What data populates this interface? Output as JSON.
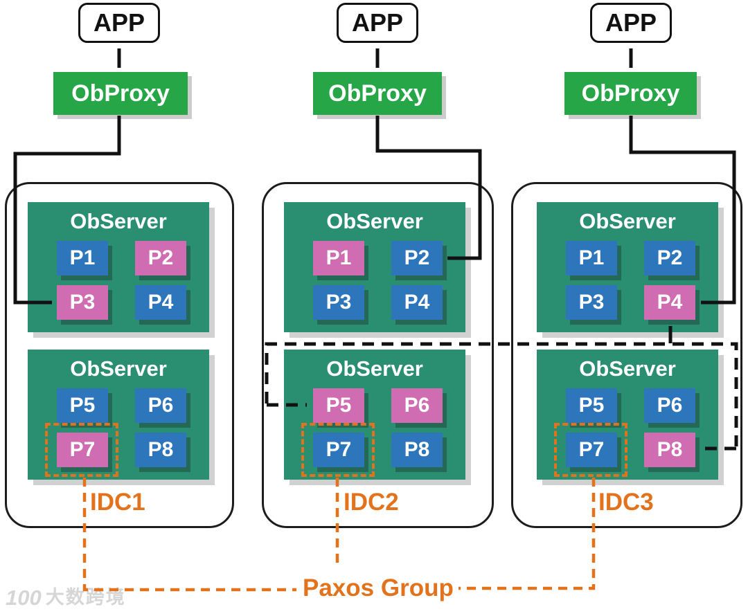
{
  "colors": {
    "green": "#27a648",
    "teal": "#2a8e71",
    "blue": "#2e76bc",
    "magenta": "#cf6cb2",
    "orange": "#e2731c",
    "line": "#111111",
    "watermark": "#d6d6d6"
  },
  "columns": [
    {
      "app": "APP",
      "proxy": "ObProxy",
      "idc": "IDC1",
      "observers": [
        {
          "title": "ObServer",
          "partitions": [
            {
              "id": "P1",
              "role": "follower"
            },
            {
              "id": "P2",
              "role": "leader"
            },
            {
              "id": "P3",
              "role": "leader"
            },
            {
              "id": "P4",
              "role": "follower"
            }
          ]
        },
        {
          "title": "ObServer",
          "partitions": [
            {
              "id": "P5",
              "role": "follower"
            },
            {
              "id": "P6",
              "role": "follower"
            },
            {
              "id": "P7",
              "role": "leader",
              "paxos_ring": true
            },
            {
              "id": "P8",
              "role": "follower"
            }
          ]
        }
      ]
    },
    {
      "app": "APP",
      "proxy": "ObProxy",
      "idc": "IDC2",
      "observers": [
        {
          "title": "ObServer",
          "partitions": [
            {
              "id": "P1",
              "role": "leader"
            },
            {
              "id": "P2",
              "role": "follower"
            },
            {
              "id": "P3",
              "role": "follower"
            },
            {
              "id": "P4",
              "role": "follower"
            }
          ]
        },
        {
          "title": "ObServer",
          "partitions": [
            {
              "id": "P5",
              "role": "leader"
            },
            {
              "id": "P6",
              "role": "leader"
            },
            {
              "id": "P7",
              "role": "follower",
              "paxos_ring": true
            },
            {
              "id": "P8",
              "role": "follower"
            }
          ]
        }
      ]
    },
    {
      "app": "APP",
      "proxy": "ObProxy",
      "idc": "IDC3",
      "observers": [
        {
          "title": "ObServer",
          "partitions": [
            {
              "id": "P1",
              "role": "follower"
            },
            {
              "id": "P2",
              "role": "follower"
            },
            {
              "id": "P3",
              "role": "follower"
            },
            {
              "id": "P4",
              "role": "leader"
            }
          ]
        },
        {
          "title": "ObServer",
          "partitions": [
            {
              "id": "P5",
              "role": "follower"
            },
            {
              "id": "P6",
              "role": "follower"
            },
            {
              "id": "P7",
              "role": "follower",
              "paxos_ring": true
            },
            {
              "id": "P8",
              "role": "leader"
            }
          ]
        }
      ]
    }
  ],
  "paxos_group_label": "Paxos Group",
  "watermark": {
    "logo": "100",
    "text": "大数跨境"
  }
}
